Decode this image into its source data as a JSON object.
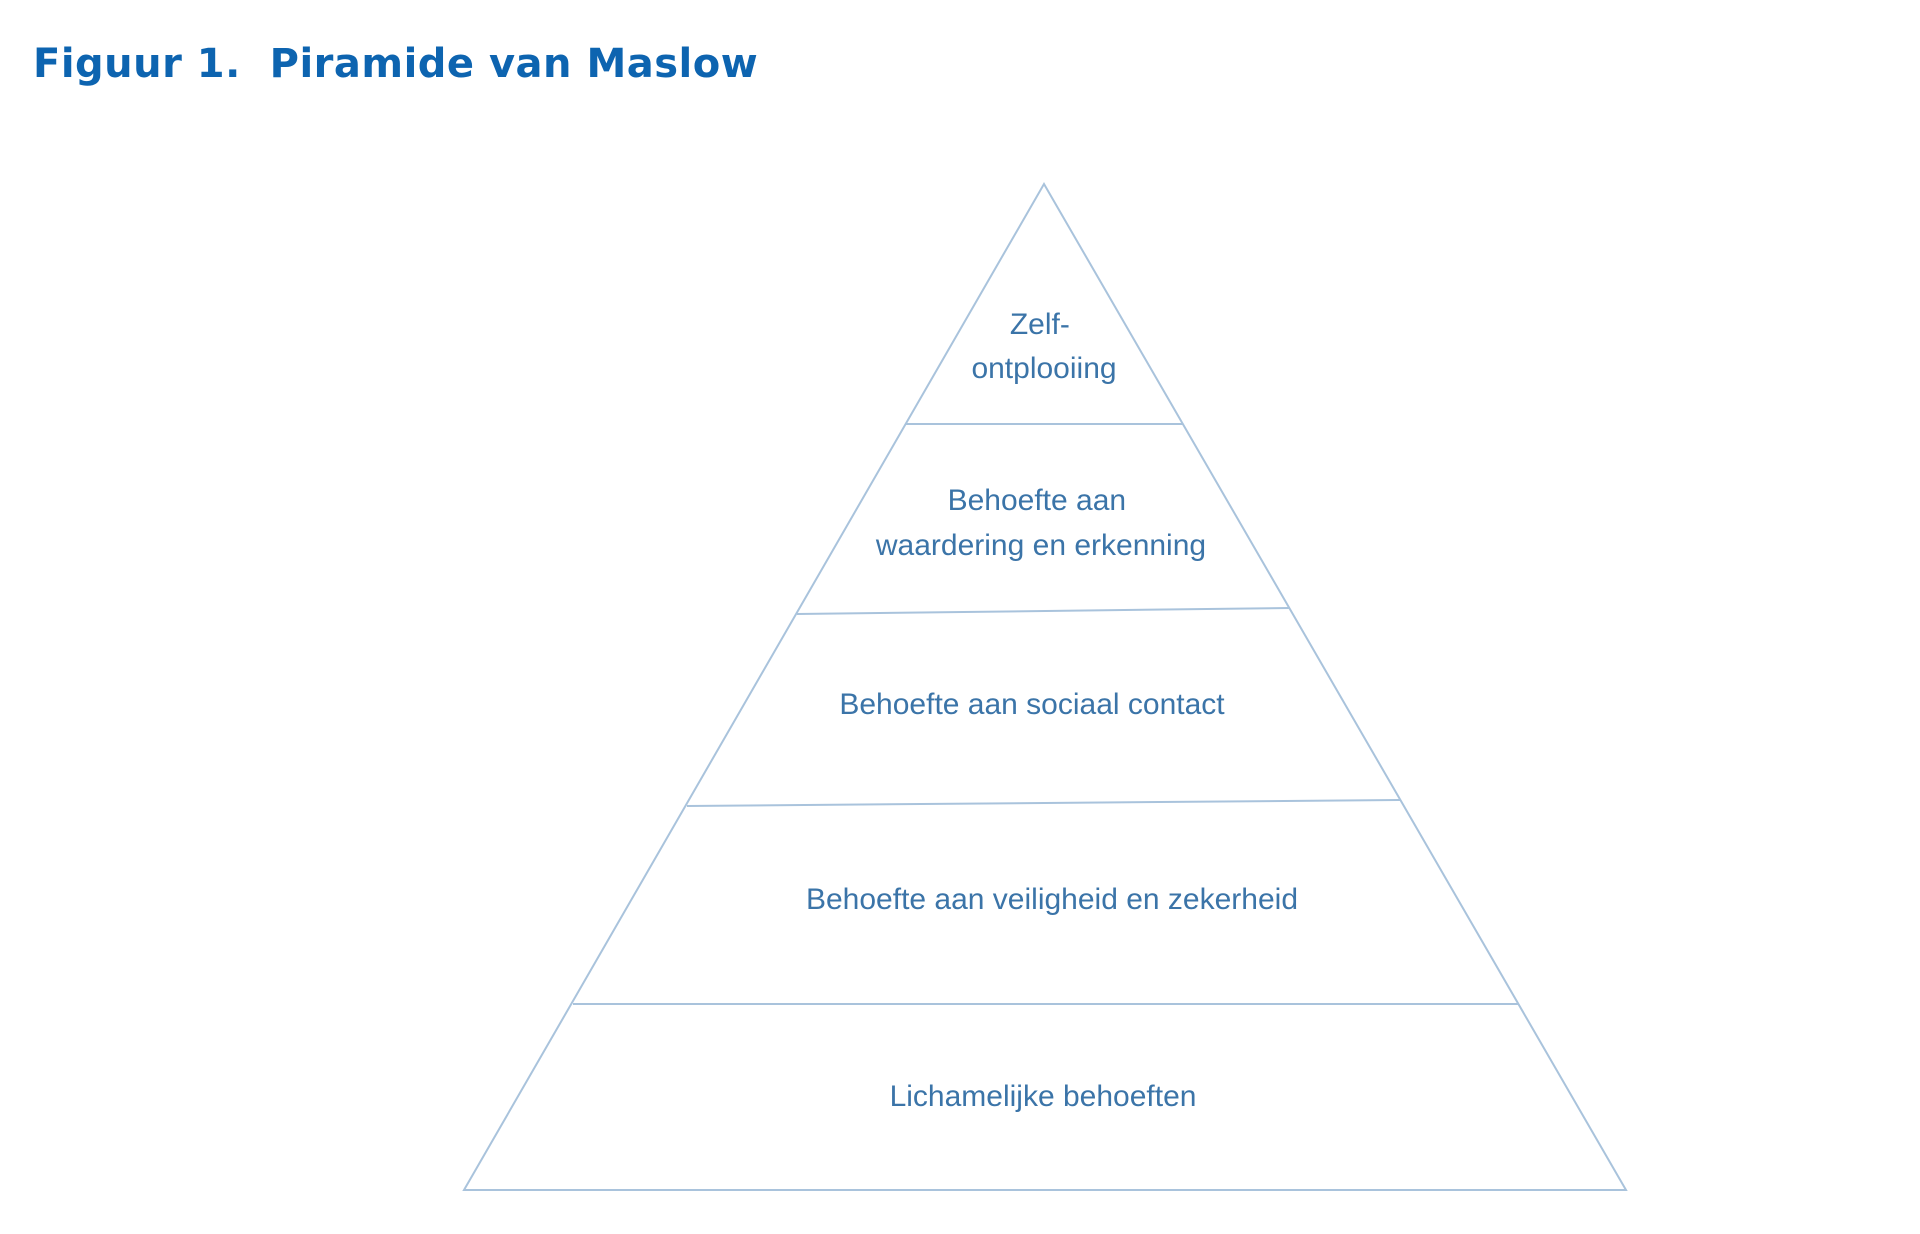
{
  "title": "Figuur 1.  Piramide van Maslow",
  "colors": {
    "title": "#0d64b0",
    "outline": "#a9c3dc",
    "label": "#3b74a8"
  },
  "levels": [
    {
      "lines": [
        "Zelf-",
        "ontplooiing"
      ]
    },
    {
      "lines": [
        "Behoefte aan",
        "waardering en erkenning"
      ]
    },
    {
      "lines": [
        "Behoefte aan sociaal contact"
      ]
    },
    {
      "lines": [
        "Behoefte aan veiligheid en zekerheid"
      ]
    },
    {
      "lines": [
        "Lichamelijke behoeften"
      ]
    }
  ]
}
